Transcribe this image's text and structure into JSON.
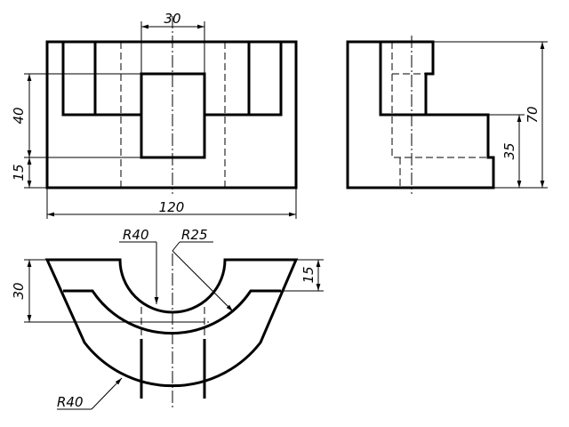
{
  "dimensions": {
    "front_top_width": "30",
    "front_height_upper": "40",
    "front_height_lower": "15",
    "front_overall_width": "120",
    "side_overall_height": "70",
    "side_step_height": "35",
    "top_radius_outer_label": "R40",
    "top_radius_inner_label": "R25",
    "top_depth": "30",
    "top_rim_height": "15",
    "top_bottom_radius_label": "R40"
  }
}
